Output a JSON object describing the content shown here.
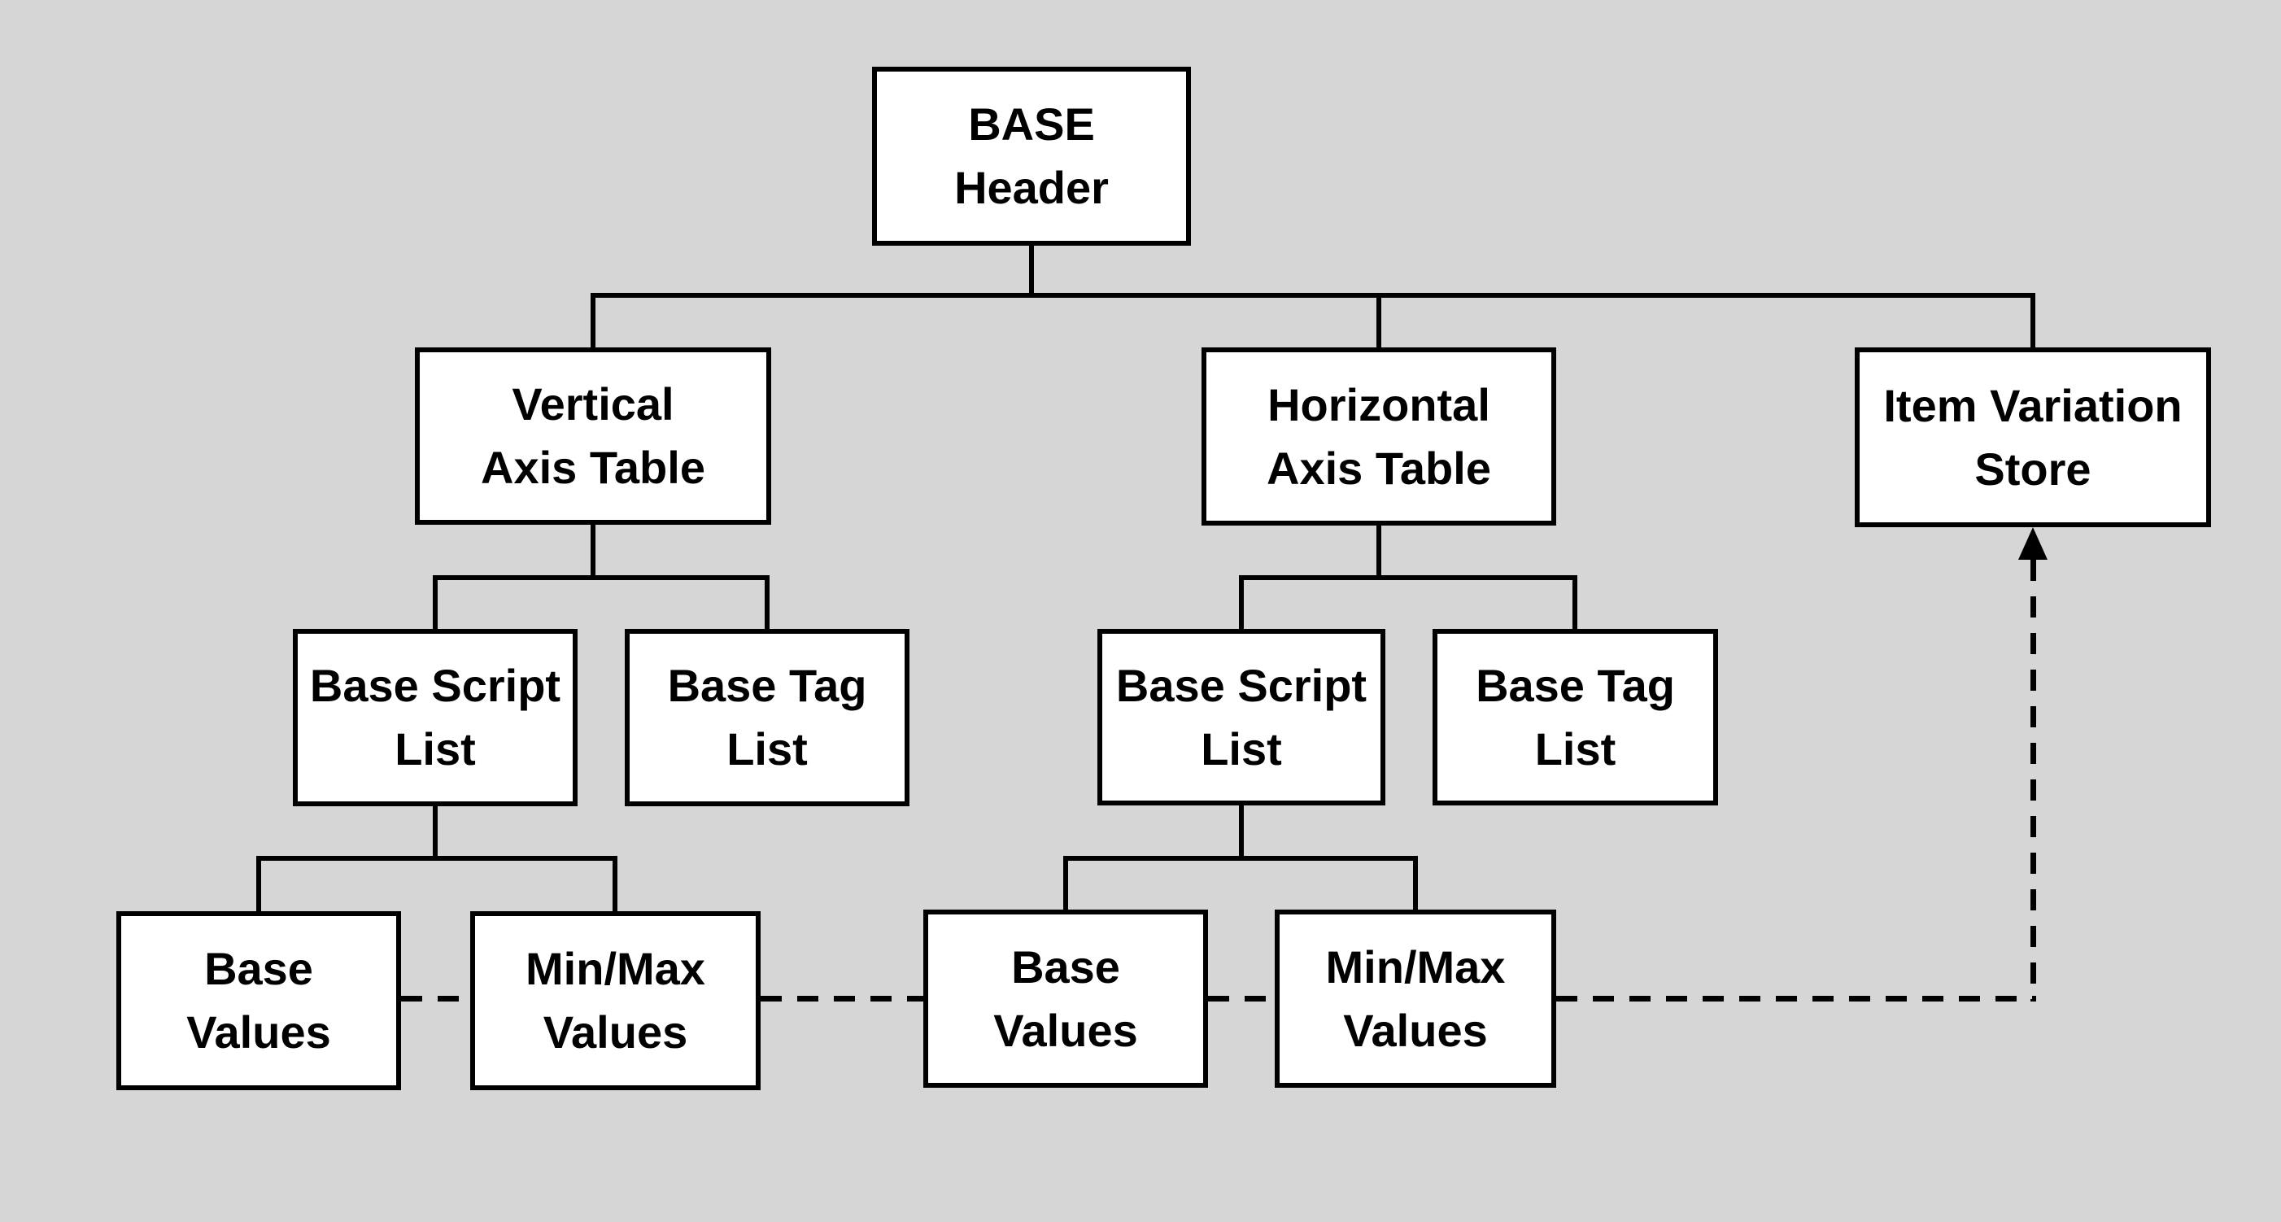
{
  "colors": {
    "background": "#d6d6d6",
    "node_fill": "#ffffff",
    "node_border": "#000000",
    "connector": "#000000"
  },
  "nodes": {
    "base_header": {
      "line1": "BASE",
      "line2": "Header"
    },
    "vertical_axis_table": {
      "line1": "Vertical",
      "line2": "Axis Table"
    },
    "horizontal_axis_table": {
      "line1": "Horizontal",
      "line2": "Axis Table"
    },
    "item_variation_store": {
      "line1": "Item Variation",
      "line2": "Store"
    },
    "base_script_list_left": {
      "line1": "Base Script",
      "line2": "List"
    },
    "base_tag_list_left": {
      "line1": "Base Tag",
      "line2": "List"
    },
    "base_script_list_right": {
      "line1": "Base Script",
      "line2": "List"
    },
    "base_tag_list_right": {
      "line1": "Base Tag",
      "line2": "List"
    },
    "base_values_left": {
      "line1": "Base",
      "line2": "Values"
    },
    "minmax_values_left": {
      "line1": "Min/Max",
      "line2": "Values"
    },
    "base_values_right": {
      "line1": "Base",
      "line2": "Values"
    },
    "minmax_values_right": {
      "line1": "Min/Max",
      "line2": "Values"
    }
  },
  "edges": {
    "solid": [
      "BASE Header -> Vertical Axis Table",
      "BASE Header -> Horizontal Axis Table",
      "BASE Header -> Item Variation Store",
      "Vertical Axis Table -> Base Script List",
      "Vertical Axis Table -> Base Tag List",
      "Horizontal Axis Table -> Base Script List",
      "Horizontal Axis Table -> Base Tag List",
      "Base Script List (left) -> Base Values",
      "Base Script List (left) -> Min/Max Values",
      "Base Script List (right) -> Base Values",
      "Base Script List (right) -> Min/Max Values"
    ],
    "dashed": [
      "Base Values -- Min/Max Values -- Base Values -- Min/Max Values => Item Variation Store (up arrow)"
    ]
  }
}
